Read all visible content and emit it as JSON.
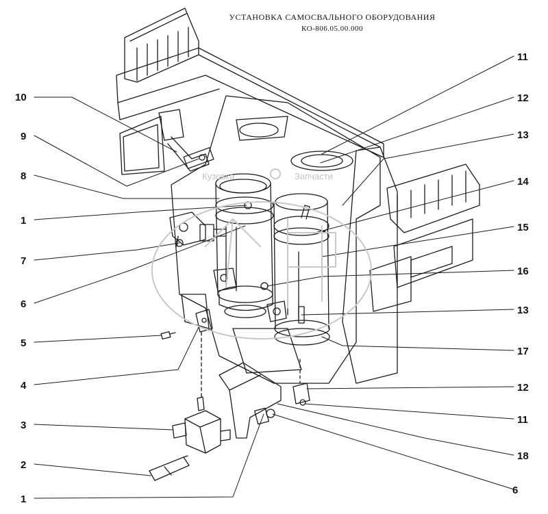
{
  "title": {
    "line1": "УСТАНОВКА САМОСВАЛЬНОГО ОБОРУДОВАНИЯ",
    "line2": "КО-806.05.00.000"
  },
  "watermark": {
    "text_left": "Кузовка",
    "text_right": "Запчасти",
    "logo": "ЗИФ"
  },
  "callouts_left": [
    "10",
    "9",
    "8",
    "1",
    "7",
    "6",
    "5",
    "4",
    "3",
    "2",
    "1"
  ],
  "callouts_right": [
    "11",
    "12",
    "13",
    "14",
    "15",
    "16",
    "13",
    "17",
    "12",
    "11",
    "18",
    "6"
  ]
}
